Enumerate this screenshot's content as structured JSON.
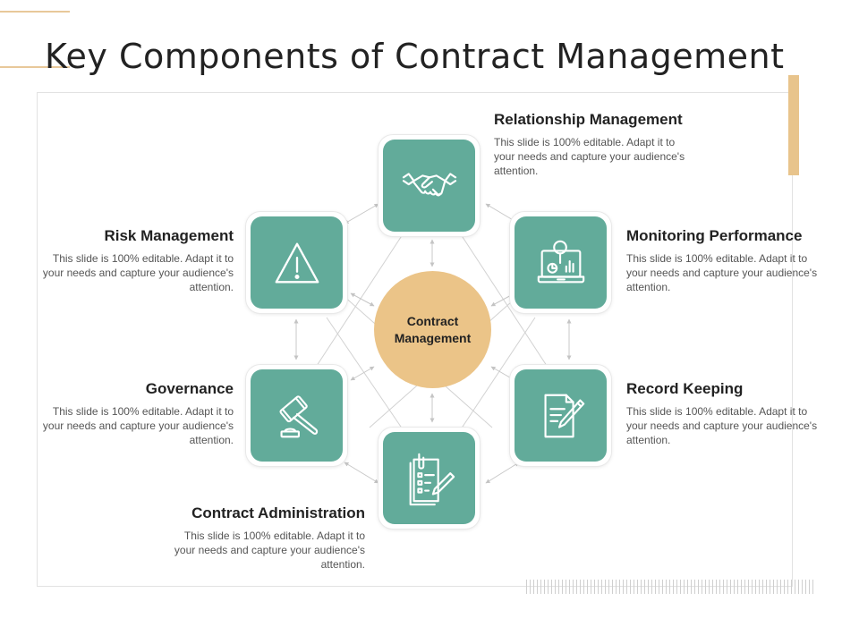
{
  "page": {
    "title": "Key Components of Contract Management"
  },
  "center": {
    "label": "Contract Management"
  },
  "components": {
    "relationship": {
      "title": "Relationship Management",
      "desc": "This slide is 100% editable. Adapt it to your needs and capture your audience's attention.",
      "icon": "handshake-icon"
    },
    "monitoring": {
      "title": "Monitoring Performance",
      "desc": "This slide is 100% editable. Adapt it to your needs and capture your audience's attention.",
      "icon": "monitoring-laptop-icon"
    },
    "record": {
      "title": "Record Keeping",
      "desc": "This slide is 100% editable. Adapt it to your needs and capture your audience's attention.",
      "icon": "document-pen-icon"
    },
    "administration": {
      "title": "Contract Administration",
      "desc": "This slide is 100% editable. Adapt it to your needs and capture your audience's attention.",
      "icon": "clipboard-checklist-icon"
    },
    "governance": {
      "title": "Governance",
      "desc": "This slide is 100% editable. Adapt it to your needs and capture your audience's attention.",
      "icon": "gavel-icon"
    },
    "risk": {
      "title": "Risk Management",
      "desc": "This slide is 100% editable. Adapt it to your needs and capture your audience's attention.",
      "icon": "warning-triangle-icon"
    }
  },
  "colors": {
    "tile": "#62ab9a",
    "center": "#ebc488",
    "accent": "#e8c48c",
    "connector": "#cfcfcf"
  }
}
